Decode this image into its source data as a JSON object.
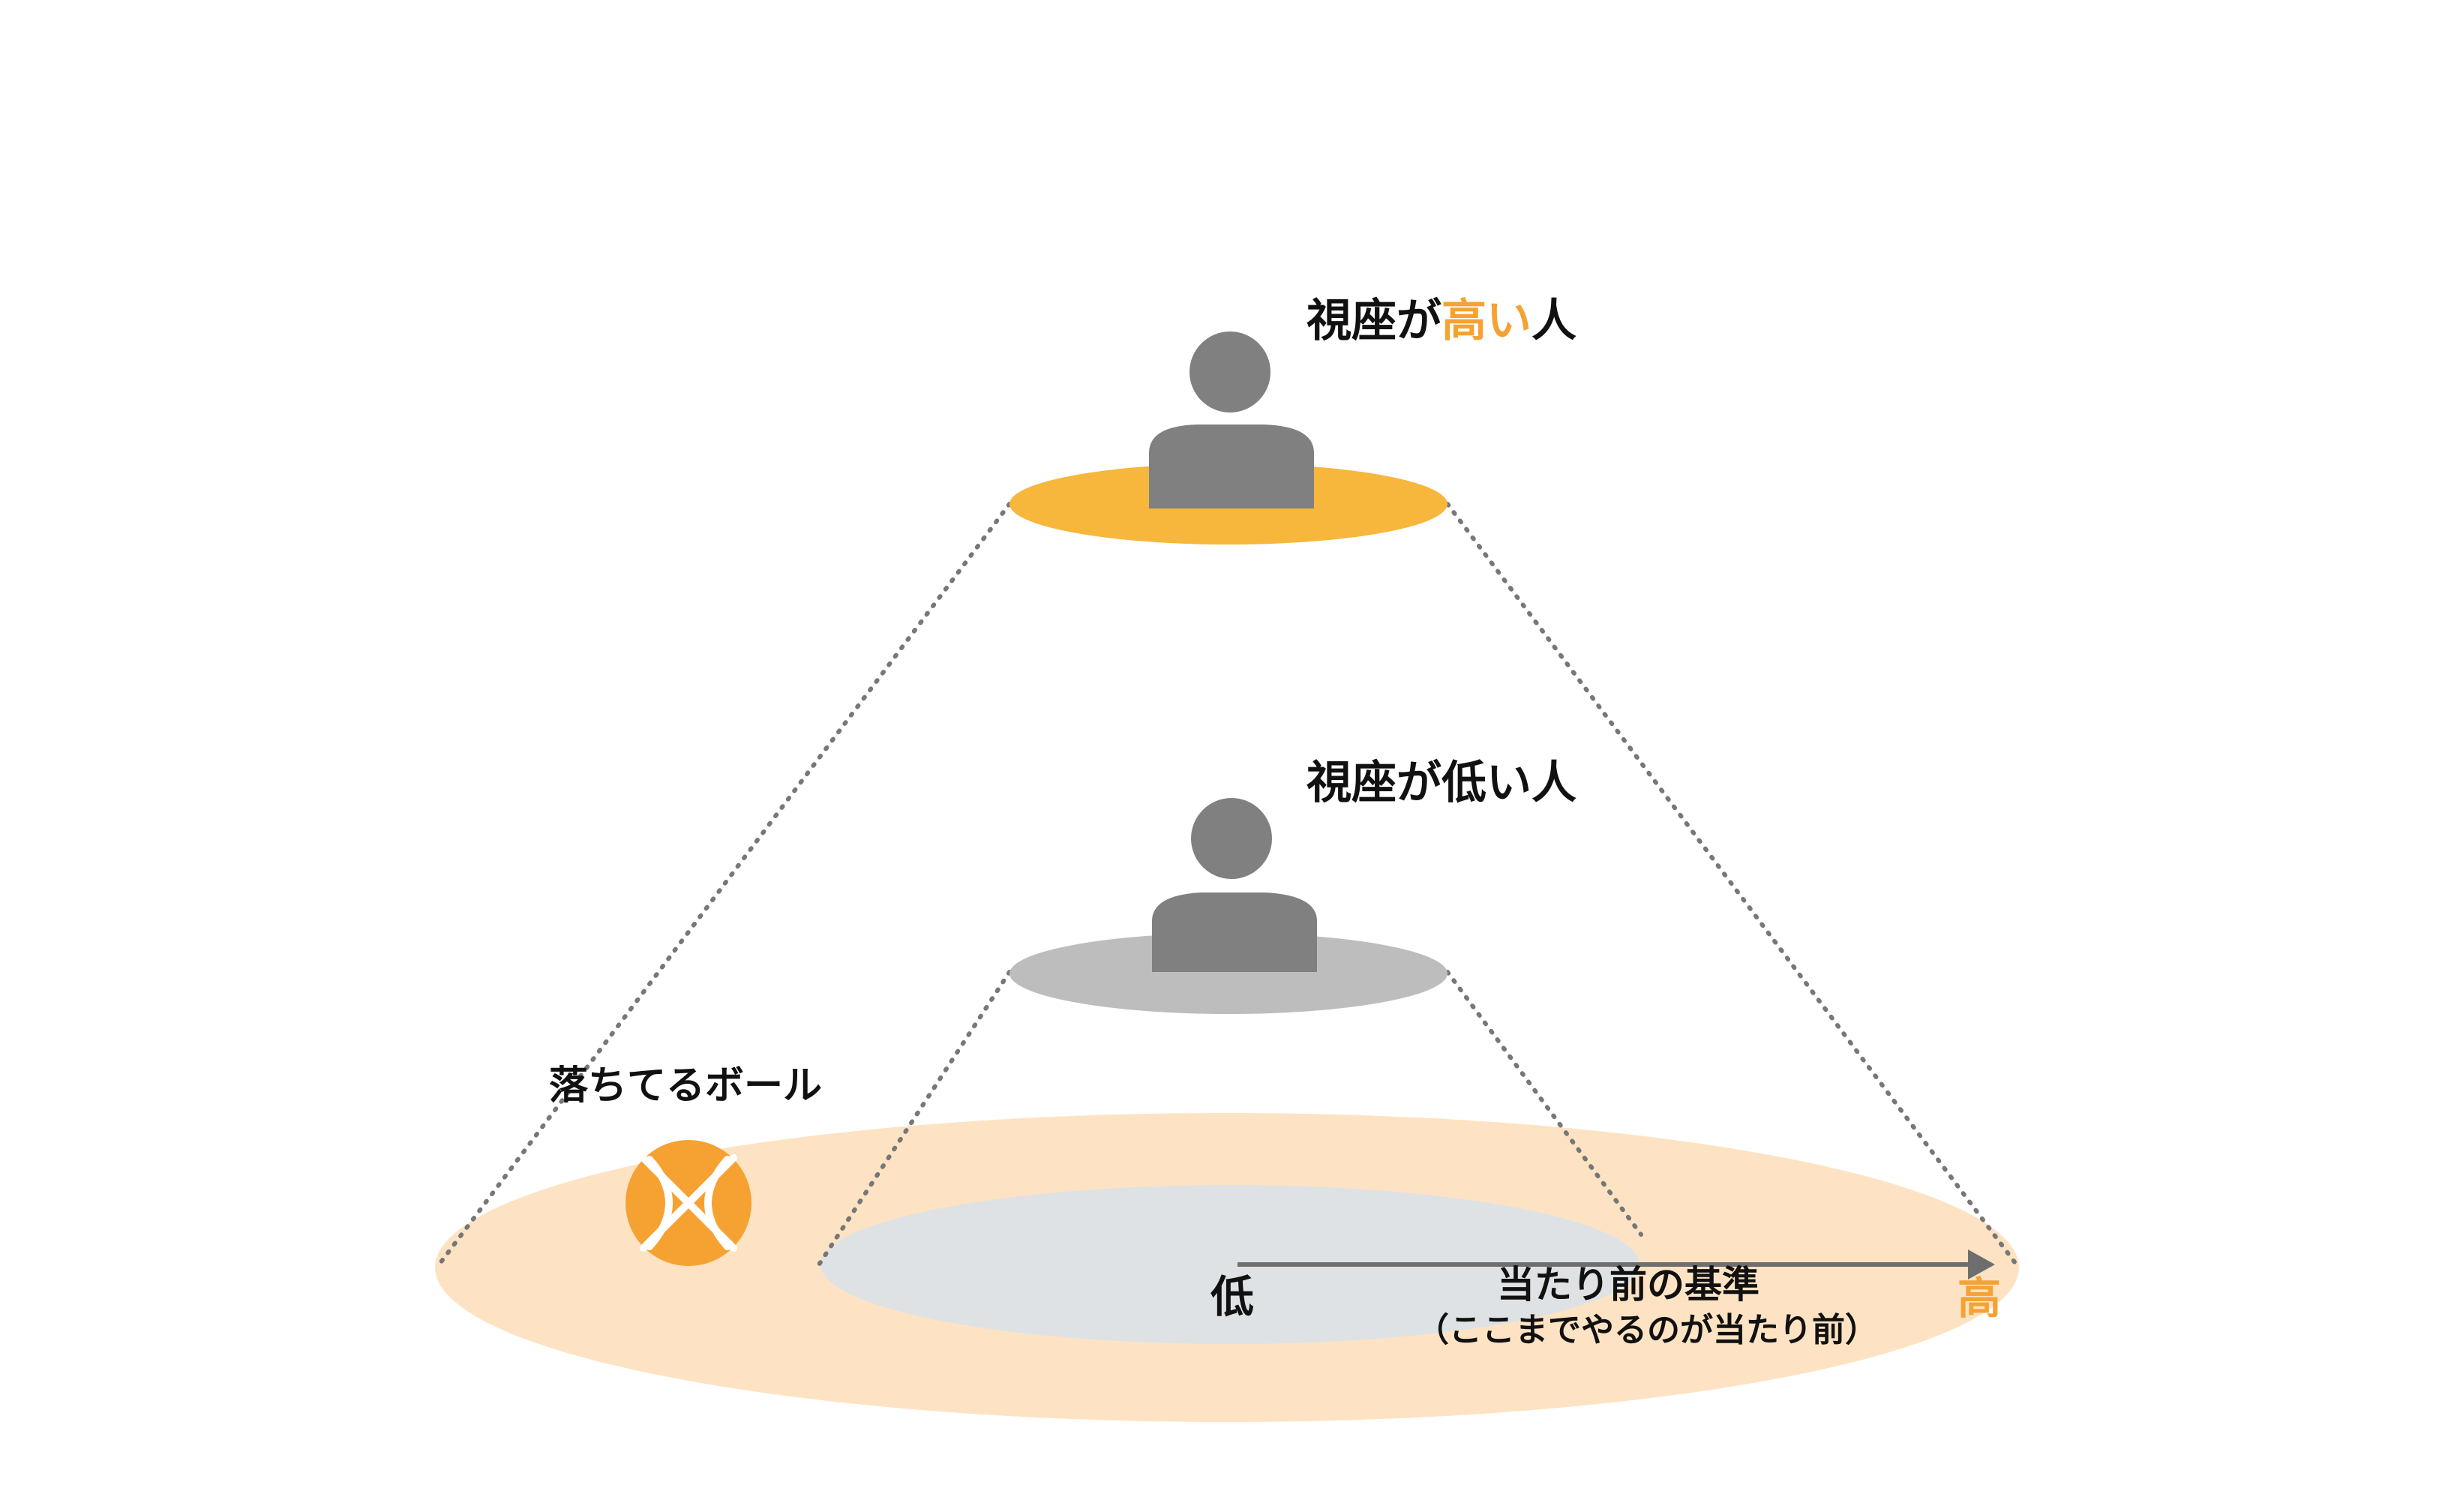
{
  "colors": {
    "accent_orange": "#F5A233",
    "high_disk": "#F6B73C",
    "low_disk": "#BDBDBD",
    "outer_floor": "#FDE3C3",
    "inner_floor": "#DEE2E4",
    "person": "#808080",
    "dotted_line": "#777777",
    "arrow": "#6E6E6E",
    "ball": "#F5A233",
    "text": "#111111"
  },
  "labels": {
    "high_person_prefix": "視座が",
    "high_person_highlight": "高い",
    "high_person_suffix": "人",
    "low_person": "視座が低い人",
    "ball": "落ちてるボール",
    "axis_low": "低",
    "axis_high": "高",
    "standard": "当たり前の基準",
    "standard_note": "（ここまでやるのが当たり前）"
  },
  "icons": {
    "person_high": "person-icon",
    "person_low": "person-icon",
    "ball": "basketball-icon"
  }
}
